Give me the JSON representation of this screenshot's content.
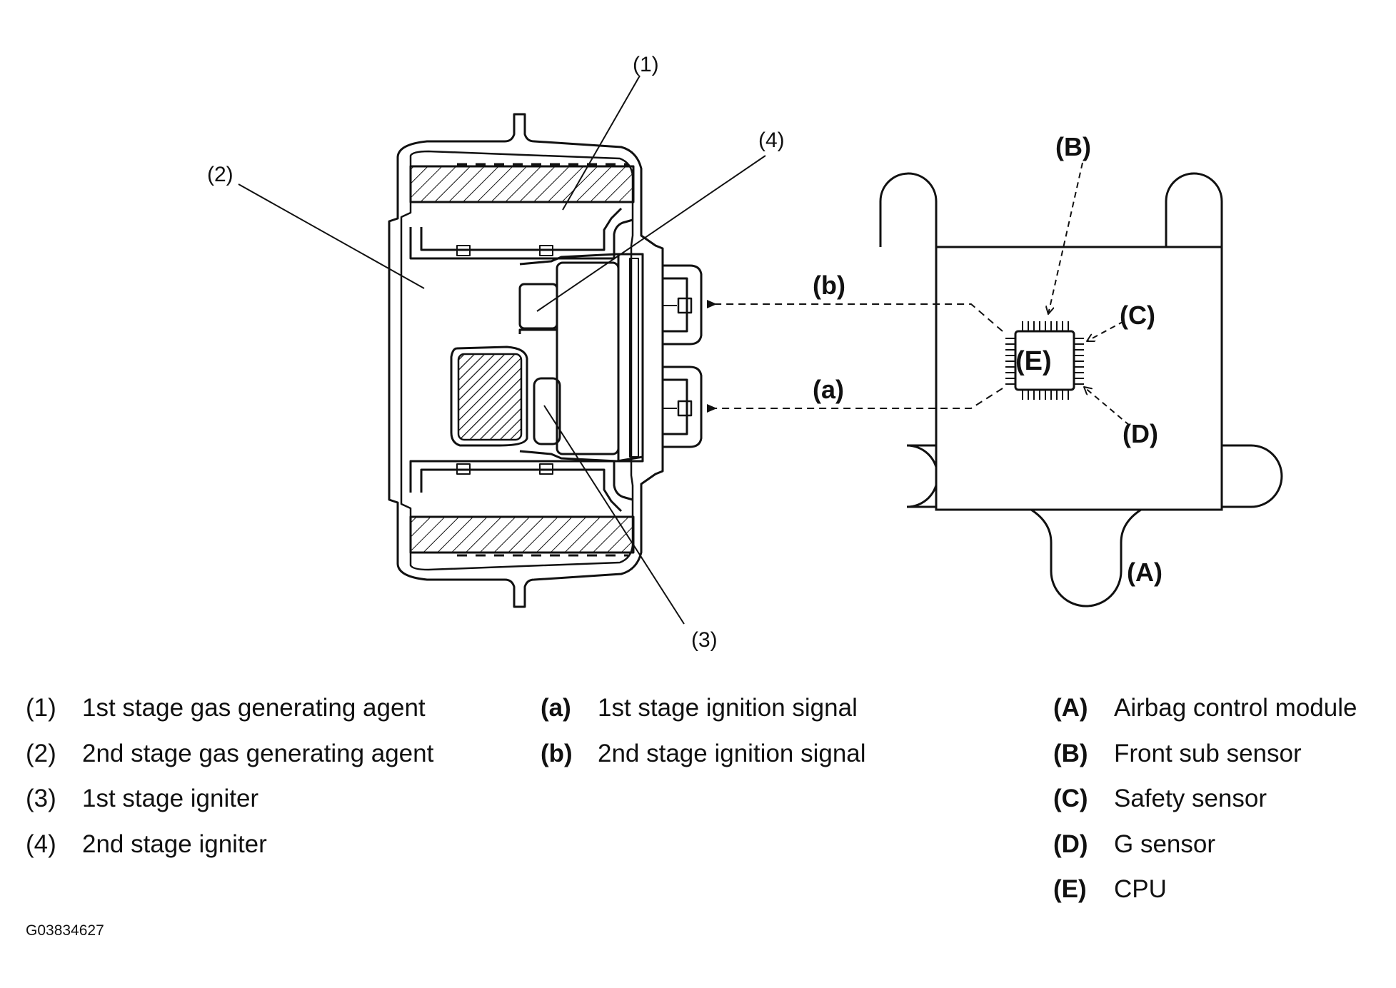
{
  "callouts": {
    "c1": "(1)",
    "c2": "(2)",
    "c3": "(3)",
    "c4": "(4)",
    "ca": "(a)",
    "cb": "(b)",
    "cA": "(A)",
    "cB": "(B)",
    "cC": "(C)",
    "cD": "(D)",
    "cE": "(E)"
  },
  "legend_numbered": [
    {
      "key": "(1)",
      "label": "1st stage gas generating agent"
    },
    {
      "key": "(2)",
      "label": "2nd stage gas generating agent"
    },
    {
      "key": "(3)",
      "label": "1st stage igniter"
    },
    {
      "key": "(4)",
      "label": "2nd stage igniter"
    }
  ],
  "legend_signals": [
    {
      "key": "(a)",
      "label": "1st stage ignition signal"
    },
    {
      "key": "(b)",
      "label": "2nd stage ignition signal"
    }
  ],
  "legend_components": [
    {
      "key": "(A)",
      "label": "Airbag control module"
    },
    {
      "key": "(B)",
      "label": "Front sub sensor"
    },
    {
      "key": "(C)",
      "label": "Safety sensor"
    },
    {
      "key": "(D)",
      "label": "G sensor"
    },
    {
      "key": "(E)",
      "label": "CPU"
    }
  ],
  "figure_code": "G03834627",
  "colors": {
    "ink": "#111111",
    "background": "#ffffff"
  }
}
